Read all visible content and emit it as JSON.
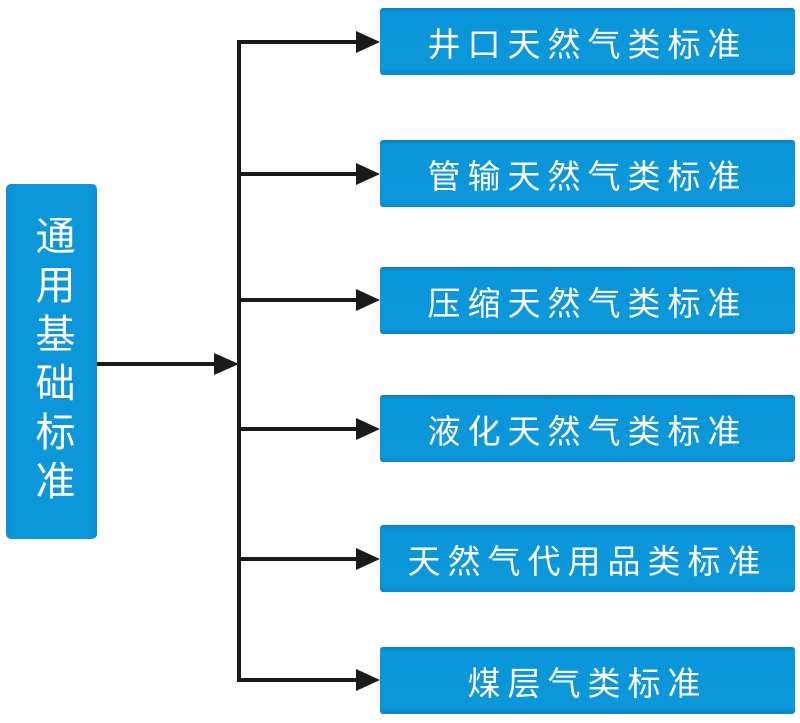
{
  "diagram": {
    "type": "tree-flowchart",
    "direction": "left-to-right",
    "root": {
      "label": "通用基础标准"
    },
    "children": [
      {
        "label": "井口天然气类标准"
      },
      {
        "label": "管输天然气类标准"
      },
      {
        "label": "压缩天然气类标准"
      },
      {
        "label": "液化天然气类标准"
      },
      {
        "label": "天然气代用品类标准"
      },
      {
        "label": "煤层气类标准"
      }
    ],
    "colors": {
      "node_fill": "#0c97db",
      "node_text": "#ffffff",
      "connector_line": "#1a1a1a",
      "background": "#ffffff"
    }
  }
}
